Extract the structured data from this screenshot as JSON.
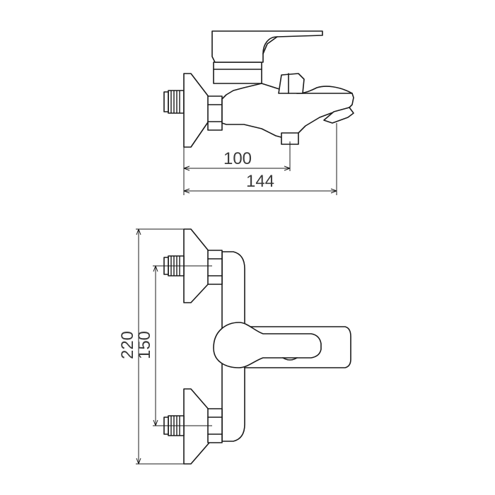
{
  "dimensions": {
    "side_short": "100",
    "side_long": "144",
    "front_outer": "220",
    "front_inner": "150"
  },
  "colors": {
    "line": "#1a1a1a",
    "text": "#3a3a3a",
    "background": "#ffffff"
  }
}
